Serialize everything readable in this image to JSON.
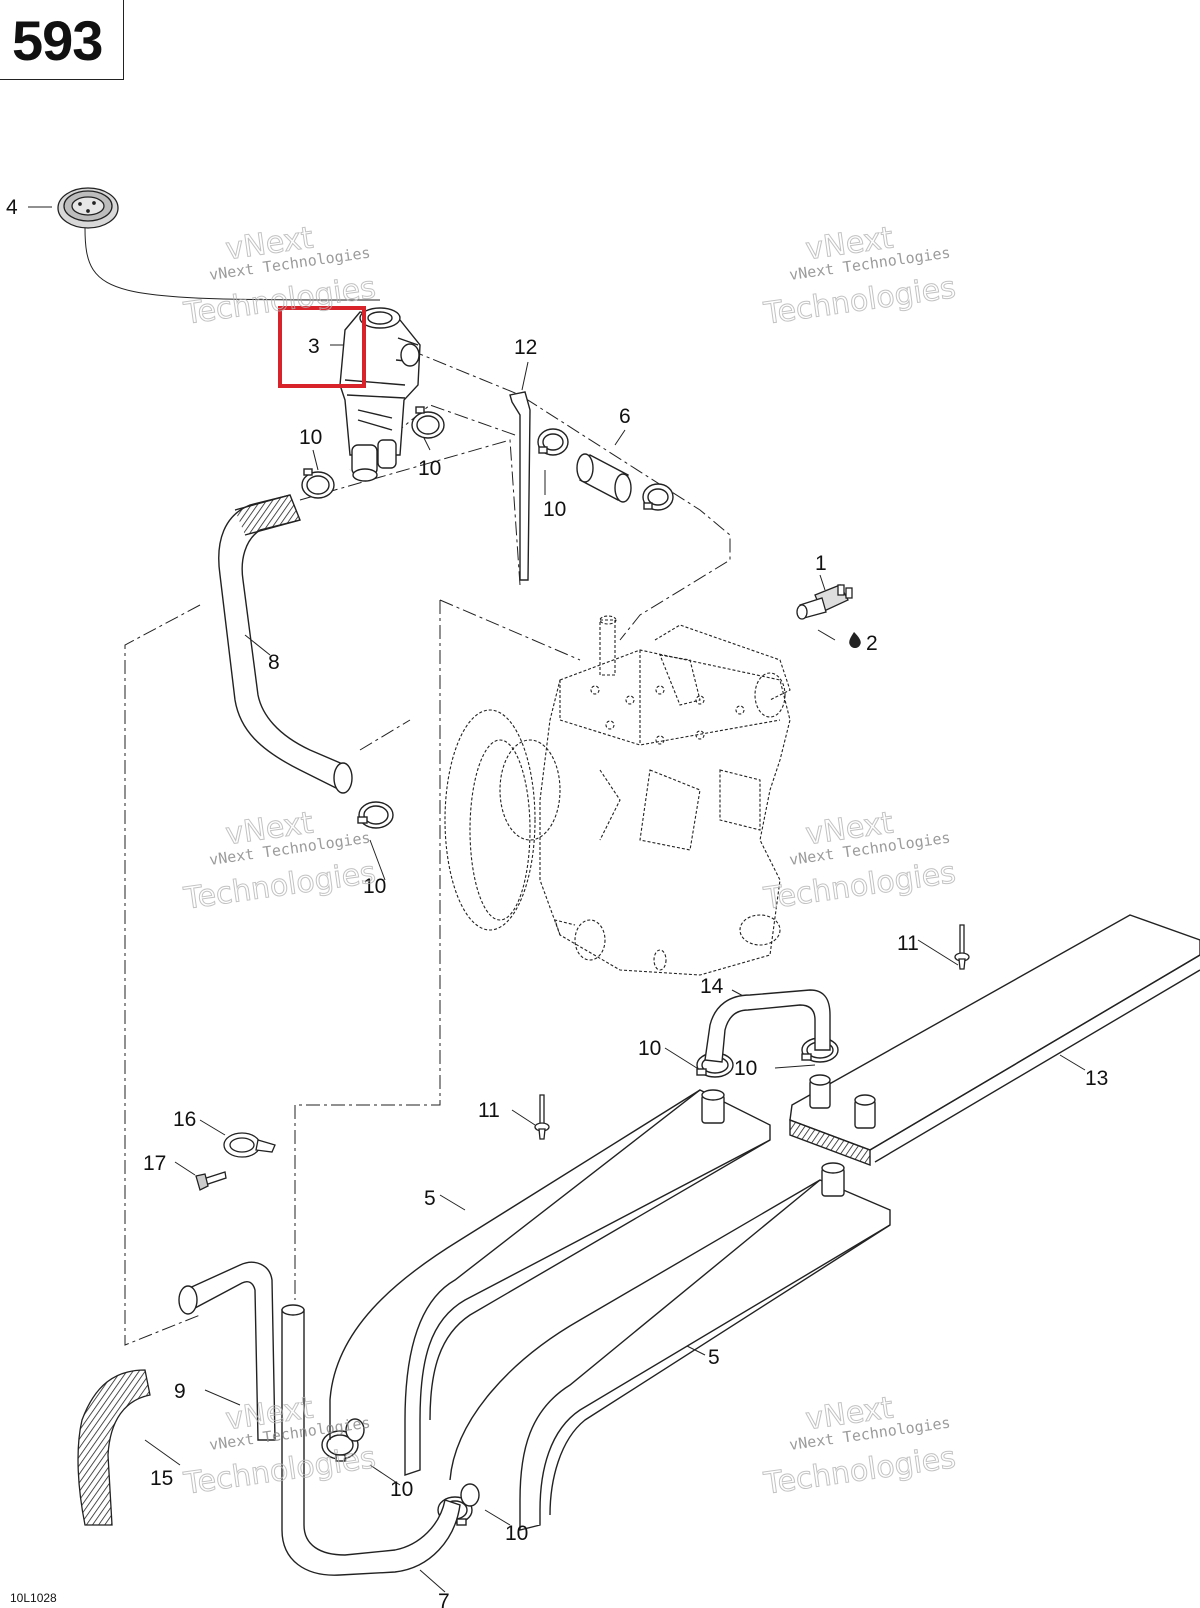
{
  "header": {
    "page_number": "593"
  },
  "footer": {
    "diagram_code": "10L1028"
  },
  "callouts": {
    "c1": "1",
    "c2": "2",
    "c3": "3",
    "c4": "4",
    "c5a": "5",
    "c5b": "5",
    "c6": "6",
    "c7": "7",
    "c8": "8",
    "c9": "9",
    "c10a": "10",
    "c10b": "10",
    "c10c": "10",
    "c10d": "10",
    "c10e": "10",
    "c10f": "10",
    "c10g": "10",
    "c10h": "10",
    "c11a": "11",
    "c11b": "11",
    "c12": "12",
    "c13": "13",
    "c14": "14",
    "c15": "15",
    "c16": "16",
    "c17": "17"
  },
  "watermark": {
    "line1": "vNext Technologies",
    "line2": "vNext",
    "line3": "Technologies"
  },
  "highlight": {
    "color": "#d9232b",
    "part": "3"
  },
  "colors": {
    "line": "#1a1a1a",
    "watermark": "#9a9a9a"
  }
}
